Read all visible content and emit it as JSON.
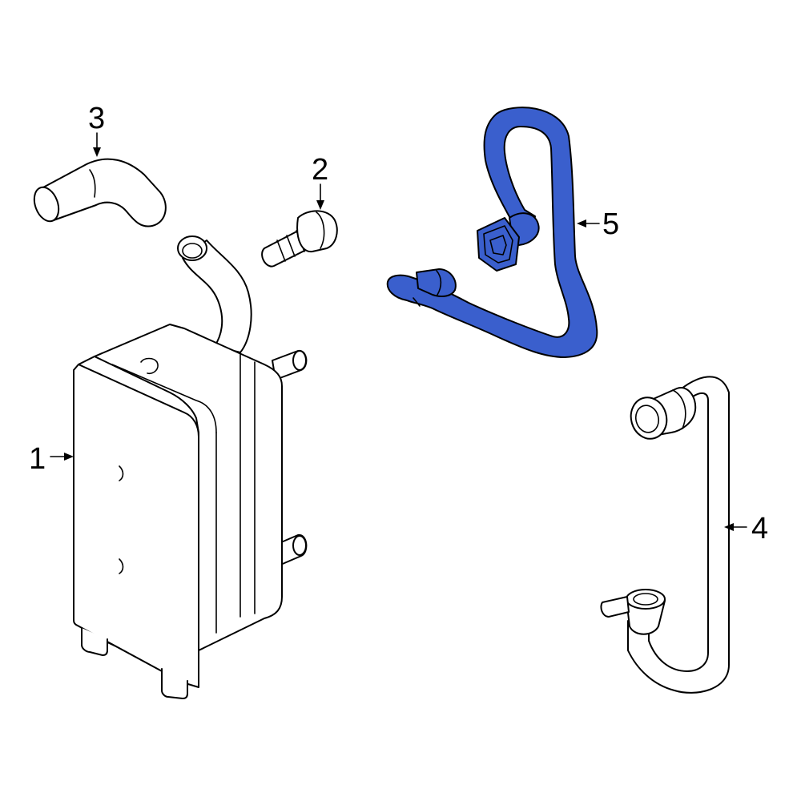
{
  "callouts": [
    {
      "id": "1",
      "text": "1"
    },
    {
      "id": "2",
      "text": "2"
    },
    {
      "id": "3",
      "text": "3"
    },
    {
      "id": "4",
      "text": "4"
    },
    {
      "id": "5",
      "text": "5"
    }
  ],
  "colors": {
    "highlight": "#3a5fcd",
    "outline": "#000000",
    "background": "#ffffff"
  },
  "highlighted_part": "5"
}
